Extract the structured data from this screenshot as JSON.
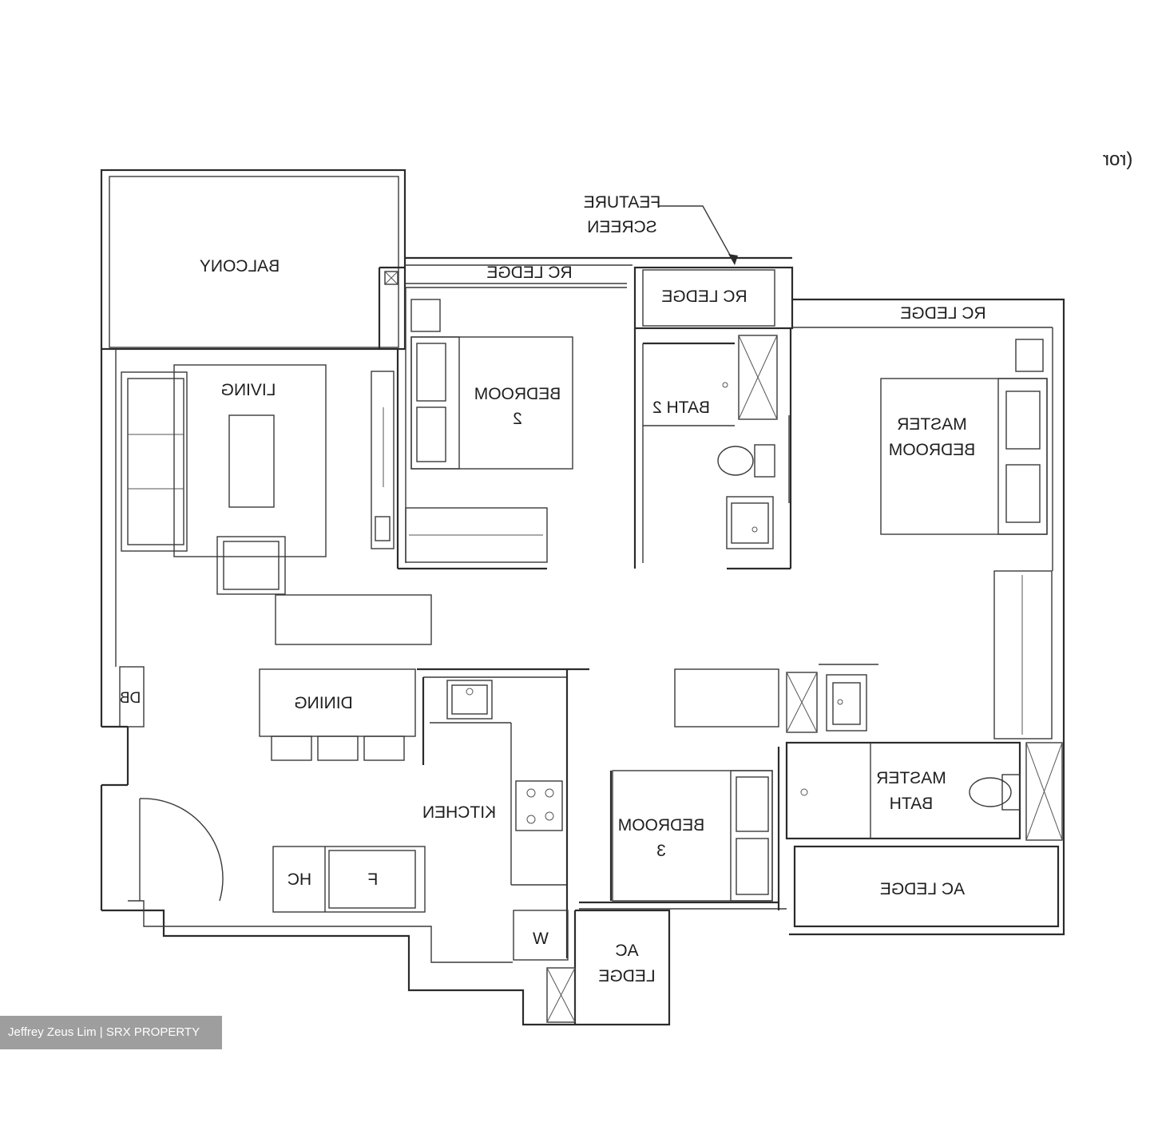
{
  "labels": {
    "balcony": "BALCONY",
    "living": "LIVING",
    "bedroom2_line1": "BEDROOM",
    "bedroom2_line2": "2",
    "bath2": "BATH 2",
    "master_bedroom_line1": "MASTER",
    "master_bedroom_line2": "BEDROOM",
    "rc_ledge_top": "RC LEDGE",
    "rc_ledge_box": "RC LEDGE",
    "rc_ledge_right": "RC LEDGE",
    "feature_screen_line1": "FEATURE",
    "feature_screen_line2": "SCREEN",
    "dining": "DINING",
    "db": "DB",
    "kitchen": "KITCHEN",
    "hc": "HC",
    "f": "F",
    "w": "W",
    "bedroom3_line1": "BEDROOM",
    "bedroom3_line2": "3",
    "master_bath_line1": "MASTER",
    "master_bath_line2": "BATH",
    "ac_ledge_right": "AC LEDGE",
    "ac_ledge_bottom_line1": "AC",
    "ac_ledge_bottom_line2": "LEDGE"
  },
  "corner_text": "(ror",
  "watermark": "Jeffrey Zeus Lim | SRX PROPERTY"
}
